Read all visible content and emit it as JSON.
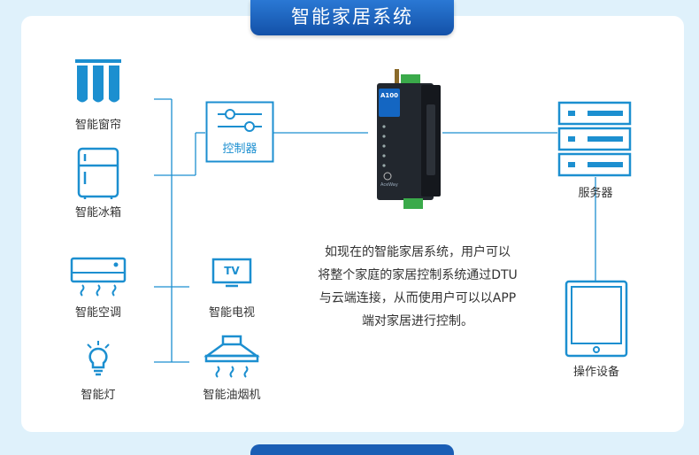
{
  "title": "智能家居系统",
  "devices": {
    "curtain": "智能窗帘",
    "fridge": "智能冰箱",
    "ac": "智能空调",
    "lamp": "智能灯",
    "tv": "智能电视",
    "tv_badge": "TV",
    "hood": "智能油烟机",
    "controller": "控制器"
  },
  "gateway": {
    "model": "A100",
    "brand": "AceWay"
  },
  "server": "服务器",
  "terminal": "操作设备",
  "description": [
    "如现在的智能家居系统，用户可以",
    "将整个家庭的家居控制系统通过DTU",
    "与云端连接，从而使用户可以以APP",
    "端对家居进行控制。"
  ],
  "colors": {
    "accent": "#1c8fd0",
    "title_bg": "#1c5fb8",
    "page_bg": "#dff1fb"
  }
}
